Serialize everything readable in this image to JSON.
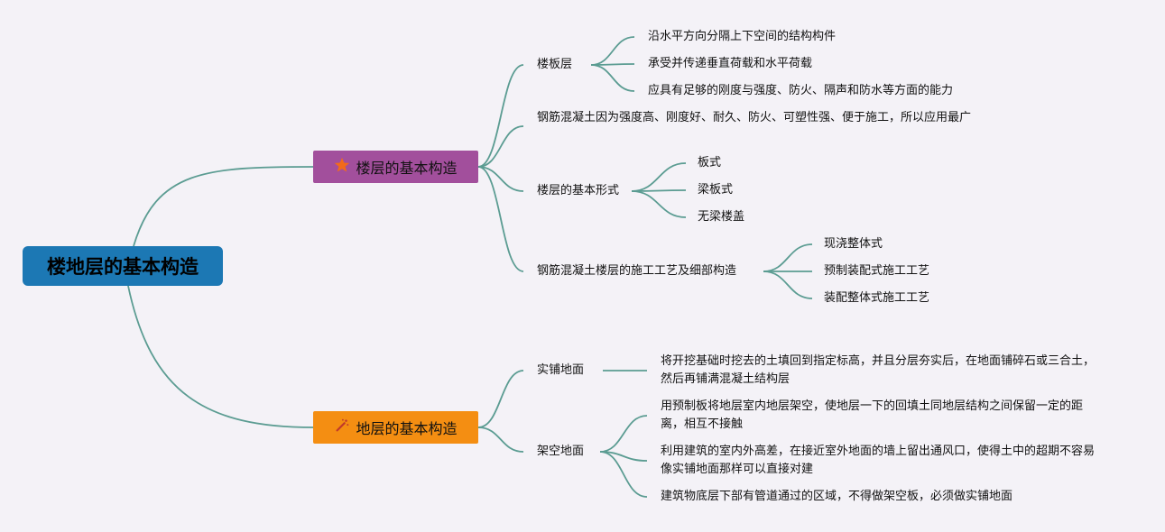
{
  "root": {
    "label": "楼地层的基本构造"
  },
  "branches": [
    {
      "label": "楼层的基本构造",
      "icon": "star-icon",
      "color": "#a24f9c",
      "children": [
        {
          "label": "楼板层",
          "children": [
            "沿水平方向分隔上下空间的结构构件",
            "承受并传递垂直荷载和水平荷载",
            "应具有足够的刚度与强度、防火、隔声和防水等方面的能力"
          ]
        },
        {
          "label": "钢筋混凝土因为强度高、刚度好、耐久、防火、可塑性强、便于施工，所以应用最广"
        },
        {
          "label": "楼层的基本形式",
          "children": [
            "板式",
            "梁板式",
            "无梁楼盖"
          ]
        },
        {
          "label": "钢筋混凝土楼层的施工工艺及细部构造",
          "children": [
            "现浇整体式",
            "预制装配式施工工艺",
            "装配整体式施工工艺"
          ]
        }
      ]
    },
    {
      "label": "地层的基本构造",
      "icon": "magic-wand-icon",
      "color": "#f48e12",
      "children": [
        {
          "label": "实铺地面",
          "children": [
            "将开挖基础时挖去的土填回到指定标高，并且分层夯实后，在地面铺碎石或三合土，然后再铺满混凝土结构层"
          ]
        },
        {
          "label": "架空地面",
          "children": [
            "用预制板将地层室内地层架空，使地层一下的回填土同地层结构之间保留一定的距离，相互不接触",
            "利用建筑的室内外高差，在接近室外地面的墙上留出通风口，使得土中的超期不容易像实铺地面那样可以直接对建",
            "建筑物底层下部有管道通过的区域，不得做架空板，必须做实铺地面"
          ]
        }
      ]
    }
  ],
  "link_color": "#5b9c92"
}
